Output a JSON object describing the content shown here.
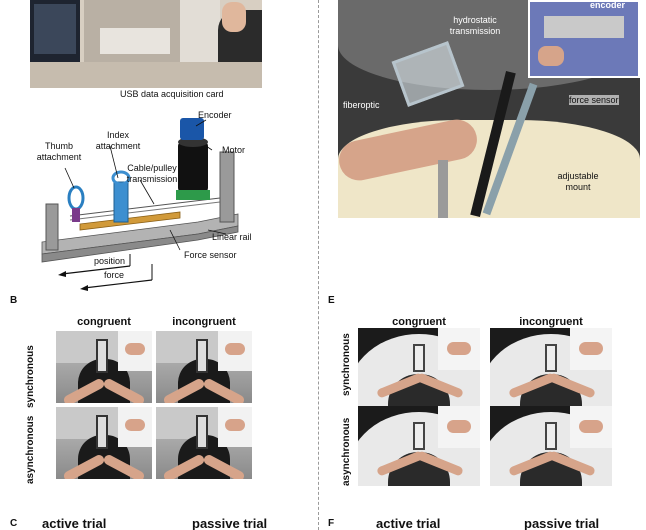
{
  "panel_letters": {
    "b": "B",
    "c": "C",
    "e": "E",
    "f": "F"
  },
  "panel_a": {
    "daq_label": "USB data acquisition card",
    "labels": {
      "encoder": "Encoder",
      "motor": "Motor",
      "index_attachment_1": "Index",
      "index_attachment_2": "attachment",
      "thumb_attachment_1": "Thumb",
      "thumb_attachment_2": "attachment",
      "cable_pulley_1": "Cable/pulley",
      "cable_pulley_2": "transmission",
      "linear_rail": "Linear rail",
      "force_sensor": "Force sensor",
      "position": "position",
      "force": "force"
    }
  },
  "panel_d": {
    "labels": {
      "hydrostatic_1": "hydrostatic",
      "hydrostatic_2": "transmission",
      "fiberoptic": "fiberoptic",
      "adjustable_1": "adjustable",
      "adjustable_2": "mount",
      "inset_encoder": "encoder",
      "inset_force_sensor": "force sensor"
    }
  },
  "panel_b": {
    "columns": [
      "congruent",
      "incongruent"
    ],
    "rows": [
      "synchronous",
      "asynchronous"
    ]
  },
  "panel_e": {
    "columns": [
      "congruent",
      "incongruent"
    ],
    "rows": [
      "synchronous",
      "asynchronous"
    ]
  },
  "panel_c": {
    "titles": [
      "active trial",
      "passive trial"
    ]
  },
  "panel_f": {
    "titles": [
      "active trial",
      "passive trial"
    ]
  },
  "colors": {
    "divider": "#9a9a9a",
    "skin": "#d6a48a",
    "rail": "#d19a3a"
  }
}
